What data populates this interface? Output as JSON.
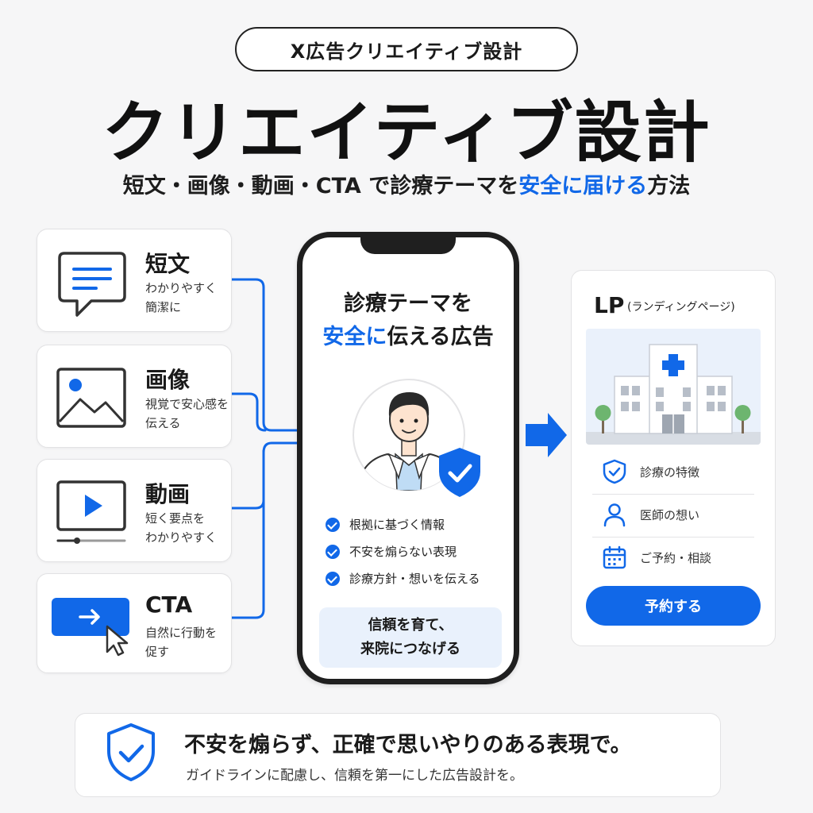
{
  "header": {
    "pill": "X広告クリエイティブ設計",
    "title": "クリエイティブ設計",
    "subtitle_pre": "短文・画像・動画・CTA で診療テーマを",
    "subtitle_highlight": "安全に届ける",
    "subtitle_post": "方法"
  },
  "cards": [
    {
      "title": "短文",
      "desc_1": "わかりやすく",
      "desc_2": "簡潔に",
      "icon": "speech-bubble-icon"
    },
    {
      "title": "画像",
      "desc_1": "視覚で安心感を",
      "desc_2": "伝える",
      "icon": "image-icon"
    },
    {
      "title": "動画",
      "desc_1": "短く要点を",
      "desc_2": "わかりやすく",
      "icon": "video-icon"
    },
    {
      "title": "CTA",
      "desc_1": "自然に行動を",
      "desc_2": "促す",
      "icon": "cta-button-icon"
    }
  ],
  "phone": {
    "headline_1": "診療テーマを",
    "headline_2_highlight": "安全に",
    "headline_2_rest": "伝える広告",
    "checks": [
      "根拠に基づく情報",
      "不安を煽らない表現",
      "診療方針・想いを伝える"
    ],
    "trust_1": "信頼を育て、",
    "trust_2": "来院につなげる"
  },
  "lp": {
    "title": "LP",
    "title_sub": "(ランディングページ)",
    "rows": [
      {
        "label": "診療の特徴",
        "icon": "shield-check-icon"
      },
      {
        "label": "医師の想い",
        "icon": "person-icon"
      },
      {
        "label": "ご予約・相談",
        "icon": "calendar-icon"
      }
    ],
    "button": "予約する"
  },
  "banner": {
    "line1": "不安を煽らず、正確で思いやりのある表現で。",
    "line2": "ガイドラインに配慮し、信頼を第一にした広告設計を。"
  },
  "colors": {
    "accent": "#1168e8",
    "text": "#1a1a1a",
    "background": "#f6f6f7"
  }
}
